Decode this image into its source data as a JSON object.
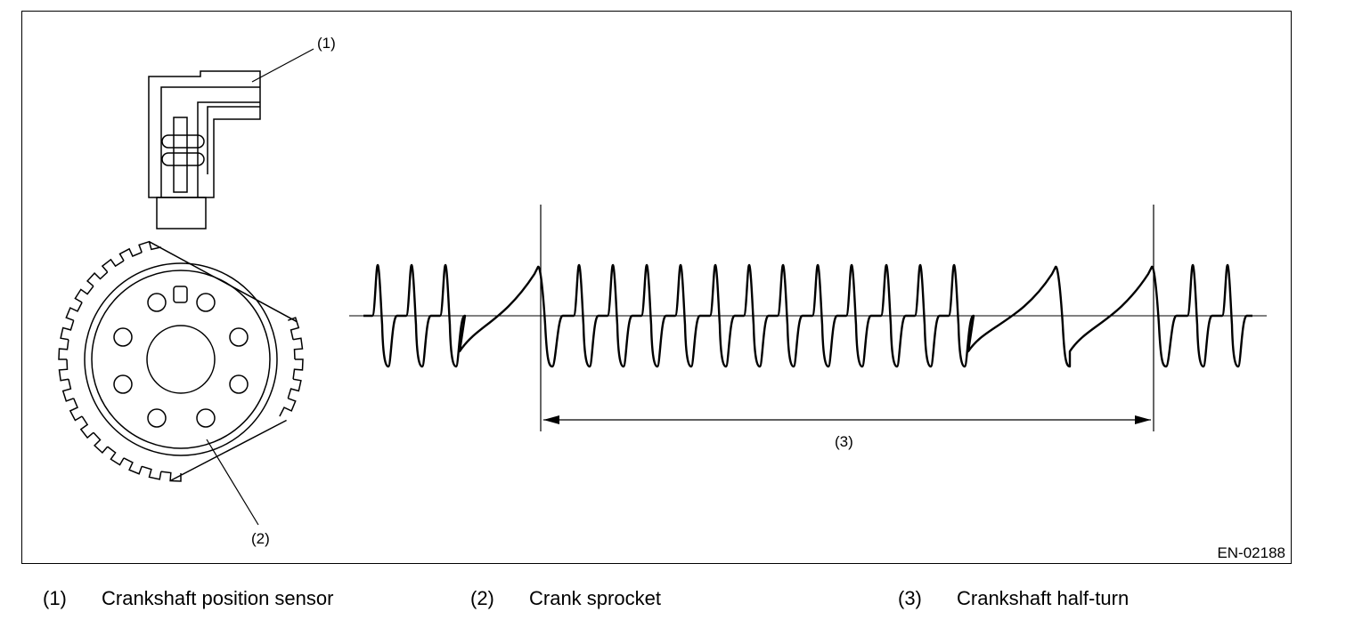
{
  "figure": {
    "id_label": "EN-02188",
    "callouts": {
      "sensor": "(1)",
      "sprocket": "(2)",
      "half_turn": "(3)"
    }
  },
  "legend": [
    {
      "num": "(1)",
      "text": "Crankshaft position sensor"
    },
    {
      "num": "(2)",
      "text": "Crank sprocket"
    },
    {
      "num": "(3)",
      "text": "Crankshaft half-turn"
    }
  ],
  "colors": {
    "line": "#000000",
    "background": "#ffffff"
  }
}
